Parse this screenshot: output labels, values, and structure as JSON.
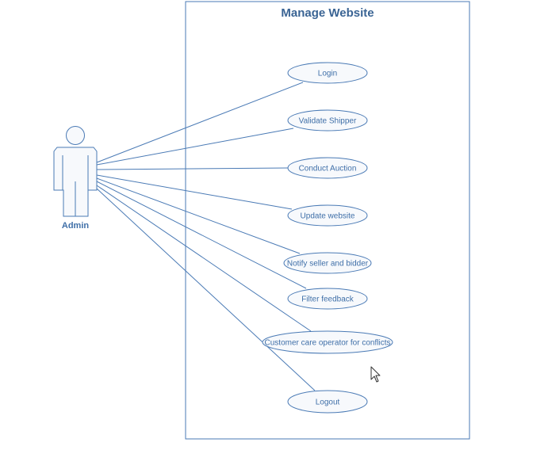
{
  "diagram": {
    "type": "use-case",
    "system_title": "Manage Website",
    "actor": {
      "name": "Admin"
    },
    "use_cases": [
      {
        "label": "Login"
      },
      {
        "label": "Validate Shipper"
      },
      {
        "label": "Conduct Auction"
      },
      {
        "label": "Update website"
      },
      {
        "label": "Notify seller and bidder"
      },
      {
        "label": "Filter feedback"
      },
      {
        "label": "Customer care operator for conflicts"
      },
      {
        "label": "Logout"
      }
    ],
    "colors": {
      "stroke": "#4a7ab5",
      "text": "#3f6fa8",
      "title": "#3a6494",
      "ellipse_fill": "#f7f9fc"
    }
  }
}
